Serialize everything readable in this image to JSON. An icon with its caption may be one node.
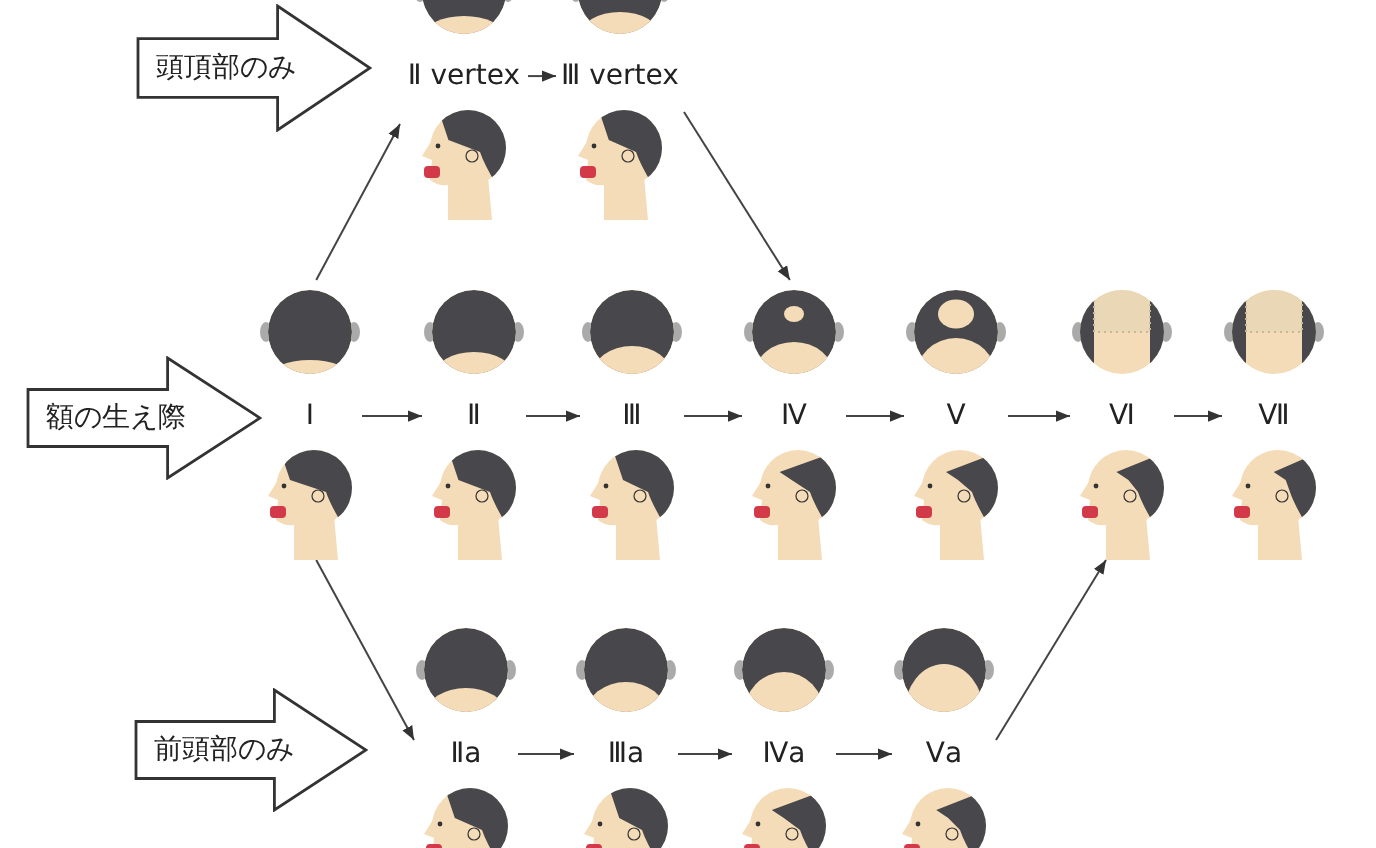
{
  "diagram": {
    "nodes": [
      {
        "text": [
          "頭頂部のみ"
        ]
      },
      {
        "text": [
          "Ⅱ vertex"
        ]
      },
      {
        "text": [
          "Ⅲ vertex"
        ]
      },
      {
        "text": [
          "額の生え際"
        ]
      },
      {
        "text": [
          "Ⅰ"
        ]
      },
      {
        "text": [
          "Ⅱ"
        ]
      },
      {
        "text": [
          "Ⅲ"
        ]
      },
      {
        "text": [
          "Ⅳ"
        ]
      },
      {
        "text": [
          "Ⅴ"
        ]
      },
      {
        "text": [
          "Ⅵ"
        ]
      },
      {
        "text": [
          "Ⅶ"
        ]
      },
      {
        "text": [
          "前頭部のみ"
        ]
      },
      {
        "text": [
          "Ⅱa"
        ]
      },
      {
        "text": [
          "Ⅲa"
        ]
      },
      {
        "text": [
          "Ⅳa"
        ]
      },
      {
        "text": [
          "Ⅴa"
        ]
      }
    ],
    "edges": [
      {
        "from": 1,
        "to": 2,
        "arrow": "to"
      },
      {
        "from": 2,
        "to": 7,
        "arrow": "to"
      },
      {
        "from": 4,
        "to": 1,
        "arrow": "to"
      },
      {
        "from": 4,
        "to": 5,
        "arrow": "to"
      },
      {
        "from": 5,
        "to": 6,
        "arrow": "to"
      },
      {
        "from": 6,
        "to": 7,
        "arrow": "to"
      },
      {
        "from": 7,
        "to": 8,
        "arrow": "to"
      },
      {
        "from": 8,
        "to": 9,
        "arrow": "to"
      },
      {
        "from": 9,
        "to": 10,
        "arrow": "to"
      },
      {
        "from": 4,
        "to": 12,
        "arrow": "to"
      },
      {
        "from": 12,
        "to": 13,
        "arrow": "to"
      },
      {
        "from": 13,
        "to": 14,
        "arrow": "to"
      },
      {
        "from": 14,
        "to": 15,
        "arrow": "to"
      },
      {
        "from": 15,
        "to": 9,
        "arrow": "to"
      }
    ]
  }
}
